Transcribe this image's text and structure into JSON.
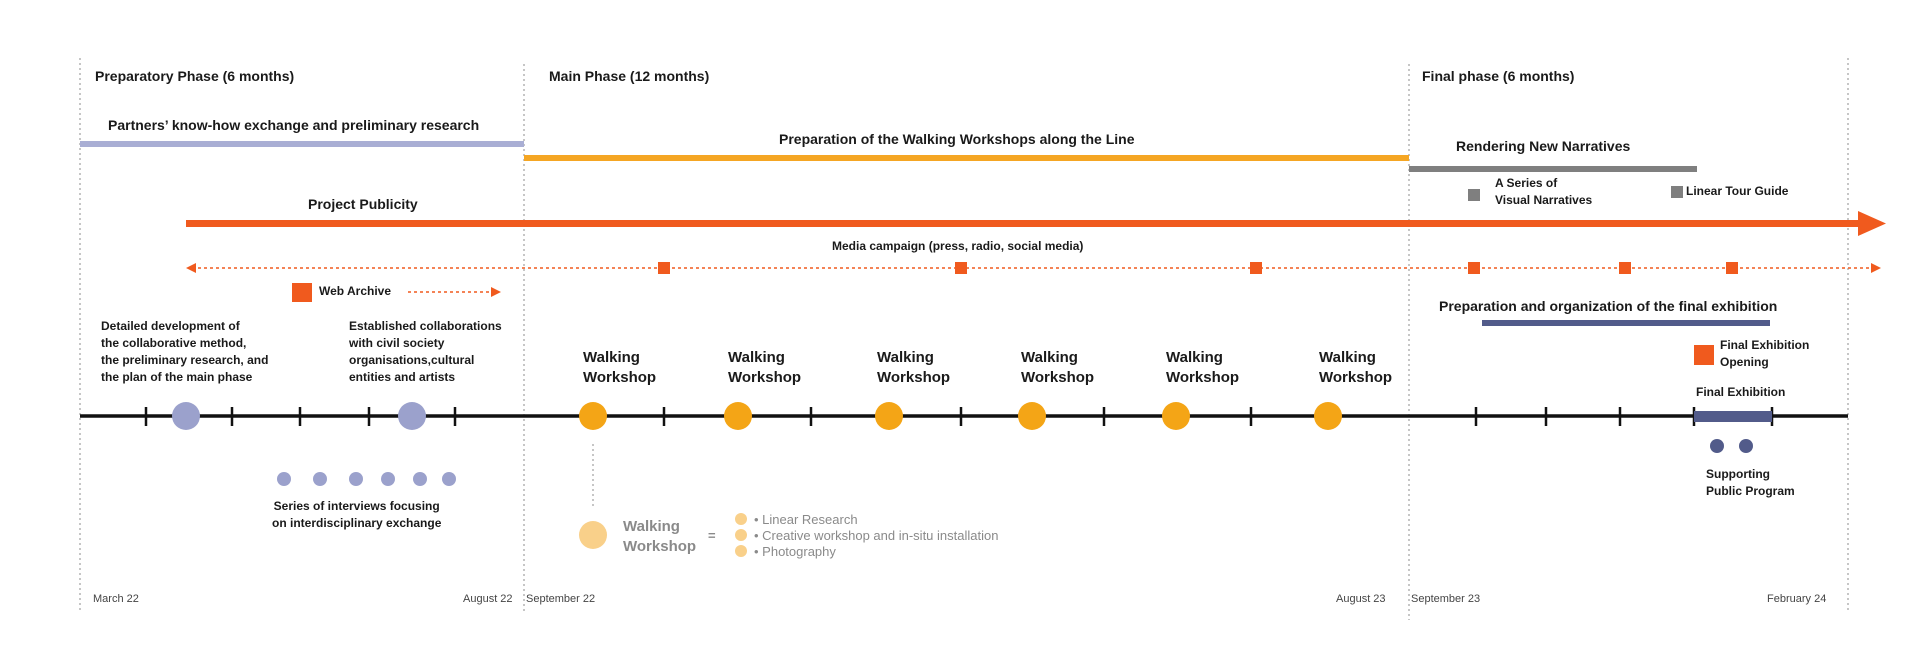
{
  "colors": {
    "axis": "#111111",
    "phase_divider": "#8c8c8c",
    "lavender": "#a9aed4",
    "lavender_dot": "#9ba1cc",
    "orange_bar": "#f5a623",
    "orange_dot": "#f4a516",
    "orange_light": "#f9d08a",
    "red_orange": "#f05a1e",
    "gray": "#7f7f7f",
    "navy": "#525b8a"
  },
  "phases": [
    {
      "title": "Preparatory Phase (6 months)"
    },
    {
      "title": "Main Phase (12 months)"
    },
    {
      "title": "Final phase (6 months)"
    }
  ],
  "bars": {
    "partners": "Partners’ know-how exchange and preliminary research",
    "walking_prep": "Preparation of the Walking Workshops along the Line",
    "rendering": "Rendering New Narratives",
    "publicity": "Project Publicity",
    "media": "Media campaign (press, radio, social media)",
    "final_prep": "Preparation and organization of the final exhibition"
  },
  "items": {
    "visual_narratives": "A Series of\nVisual Narratives",
    "tour_guide": "Linear Tour Guide",
    "web_archive": "Web Archive",
    "collab_method": "Detailed development of\nthe collaborative method,\nthe preliminary research, and\nthe plan of the main phase",
    "collaborations": "Established collaborations\nwith civil society\norganisations,cultural\nentities and artists",
    "interviews": "Series of interviews focusing\non interdisciplinary exchange",
    "final_opening": "Final Exhibition\nOpening",
    "final_exhibition": "Final Exhibition",
    "supporting_program": "Supporting\nPublic Program"
  },
  "workshops": [
    {
      "label": "Walking\nWorkshop"
    },
    {
      "label": "Walking\nWorkshop"
    },
    {
      "label": "Walking\nWorkshop"
    },
    {
      "label": "Walking\nWorkshop"
    },
    {
      "label": "Walking\nWorkshop"
    },
    {
      "label": "Walking\nWorkshop"
    }
  ],
  "legend": {
    "title": "Walking\nWorkshop",
    "equals": "=",
    "entries": [
      "Linear Research",
      "Creative workshop and in-situ installation",
      "Photography"
    ]
  },
  "dates": {
    "d1": "March 22",
    "d2": "August 22",
    "d3": "September 22",
    "d4": "August 23",
    "d5": "September 23",
    "d6": "February 24"
  }
}
